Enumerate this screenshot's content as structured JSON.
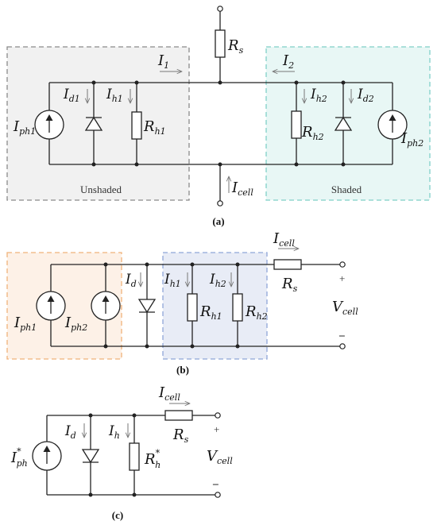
{
  "panel_a": {
    "caption": "(a)",
    "rs": {
      "main": "R",
      "sub": "s"
    },
    "i1": {
      "main": "I",
      "sub": "1"
    },
    "i2": {
      "main": "I",
      "sub": "2"
    },
    "id1": {
      "main": "I",
      "sub": "d1"
    },
    "ih1": {
      "main": "I",
      "sub": "h1"
    },
    "ih2": {
      "main": "I",
      "sub": "h2"
    },
    "id2": {
      "main": "I",
      "sub": "d2"
    },
    "iph1": {
      "main": "I",
      "sub": "ph1"
    },
    "iph2": {
      "main": "I",
      "sub": "ph2"
    },
    "rh1": {
      "main": "R",
      "sub": "h1"
    },
    "rh2": {
      "main": "R",
      "sub": "h2"
    },
    "icell": {
      "main": "I",
      "sub": "cell"
    },
    "unshaded_label": "Unshaded",
    "shaded_label": "Shaded",
    "colors": {
      "unshaded_box": "#f1f1f1",
      "unshaded_border": "#8a8a8a",
      "shaded_box": "#e8f7f5",
      "shaded_border": "#7fd0c8"
    }
  },
  "panel_b": {
    "caption": "(b)",
    "icell": {
      "main": "I",
      "sub": "cell"
    },
    "rs": {
      "main": "R",
      "sub": "s"
    },
    "id": {
      "main": "I",
      "sub": "d"
    },
    "ih1": {
      "main": "I",
      "sub": "h1"
    },
    "ih2": {
      "main": "I",
      "sub": "h2"
    },
    "iph1": {
      "main": "I",
      "sub": "ph1"
    },
    "iph2": {
      "main": "I",
      "sub": "ph2"
    },
    "rh1": {
      "main": "R",
      "sub": "h1"
    },
    "rh2": {
      "main": "R",
      "sub": "h2"
    },
    "vcell": {
      "main": "V",
      "sub": "cell"
    },
    "plus": "+",
    "minus": "−",
    "colors": {
      "orange_box": "#fdf1e7",
      "orange_border": "#f0b27a",
      "blue_box": "#e8ecf6",
      "blue_border": "#8fa6d8"
    }
  },
  "panel_c": {
    "caption": "(c)",
    "icell": {
      "main": "I",
      "sub": "cell"
    },
    "rs": {
      "main": "R",
      "sub": "s"
    },
    "id": {
      "main": "I",
      "sub": "d"
    },
    "ih": {
      "main": "I",
      "sub": "h"
    },
    "iph": {
      "main": "I",
      "sub": "ph",
      "sup": "*"
    },
    "rh": {
      "main": "R",
      "sub": "h",
      "sup": "*"
    },
    "vcell": {
      "main": "V",
      "sub": "cell"
    },
    "plus": "+",
    "minus": "−"
  }
}
